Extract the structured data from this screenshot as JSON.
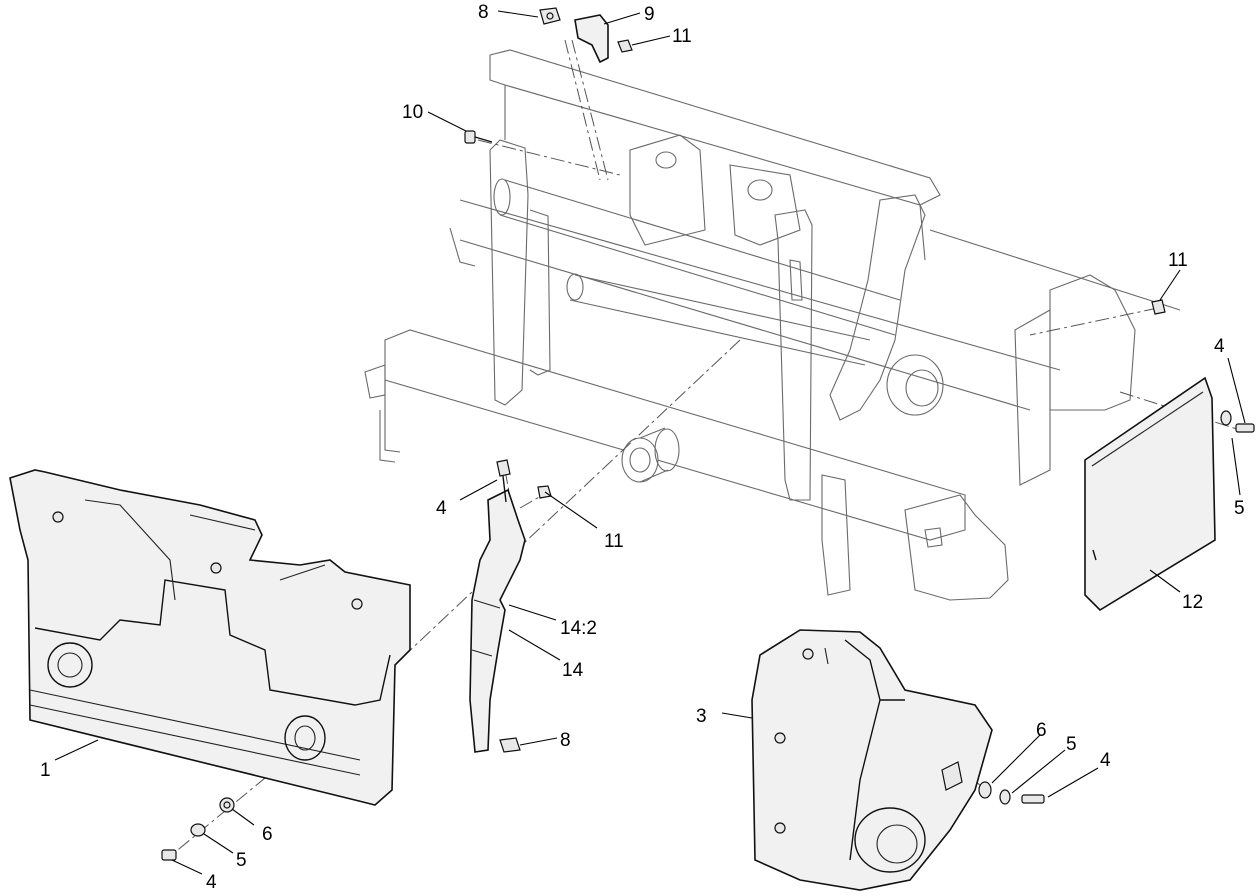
{
  "callouts": [
    {
      "id": "c-8-top",
      "text": "8"
    },
    {
      "id": "c-9",
      "text": "9"
    },
    {
      "id": "c-11-top",
      "text": "11"
    },
    {
      "id": "c-10",
      "text": "10"
    },
    {
      "id": "c-11-right",
      "text": "11"
    },
    {
      "id": "c-4-right",
      "text": "4"
    },
    {
      "id": "c-5-right",
      "text": "5"
    },
    {
      "id": "c-4-bracket",
      "text": "4"
    },
    {
      "id": "c-11-bracket",
      "text": "11"
    },
    {
      "id": "c-14-2",
      "text": "14:2"
    },
    {
      "id": "c-14",
      "text": "14"
    },
    {
      "id": "c-8-bottom",
      "text": "8"
    },
    {
      "id": "c-12",
      "text": "12"
    },
    {
      "id": "c-3",
      "text": "3"
    },
    {
      "id": "c-6-right",
      "text": "6"
    },
    {
      "id": "c-5-bottom-right",
      "text": "5"
    },
    {
      "id": "c-4-bottom-right",
      "text": "4"
    },
    {
      "id": "c-1",
      "text": "1"
    },
    {
      "id": "c-6-left",
      "text": "6"
    },
    {
      "id": "c-5-left",
      "text": "5"
    },
    {
      "id": "c-4-left",
      "text": "4"
    }
  ]
}
